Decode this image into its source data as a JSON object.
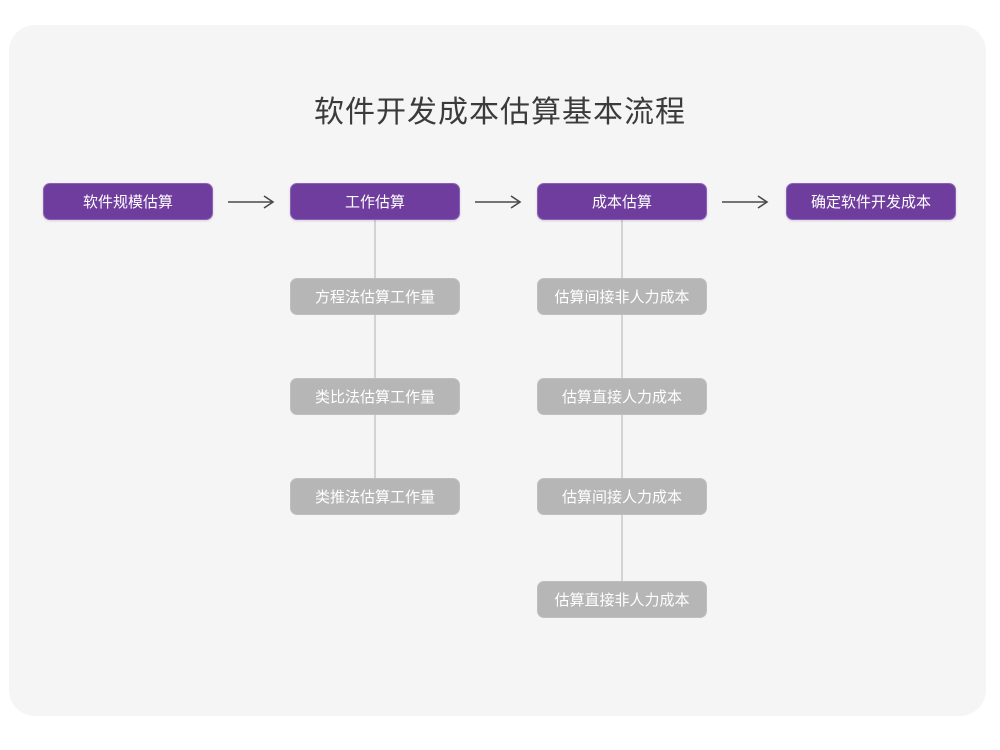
{
  "page": {
    "title": "软件开发成本估算基本流程",
    "background_color": "#ffffff",
    "card_color": "#f5f5f6"
  },
  "colors": {
    "primary_node": "#6f3d9e",
    "secondary_node": "#b6b6b7",
    "connector": "#d3d3d4",
    "arrow": "#4a4a4a",
    "title_text": "#3b3b3b",
    "node_text": "#ffffff"
  },
  "flow": {
    "arrows": [
      {
        "name": "arrow-1",
        "glyph": "right-arrow-icon"
      },
      {
        "name": "arrow-2",
        "glyph": "right-arrow-icon"
      },
      {
        "name": "arrow-3",
        "glyph": "right-arrow-icon"
      }
    ],
    "stages": [
      {
        "label": "软件规模估算",
        "children": []
      },
      {
        "label": "工作估算",
        "children": [
          "方程法估算工作量",
          "类比法估算工作量",
          "类推法估算工作量"
        ]
      },
      {
        "label": "成本估算",
        "children": [
          "估算间接非人力成本",
          "估算直接人力成本",
          "估算间接人力成本",
          "估算直接非人力成本"
        ]
      },
      {
        "label": "确定软件开发成本",
        "children": []
      }
    ]
  }
}
